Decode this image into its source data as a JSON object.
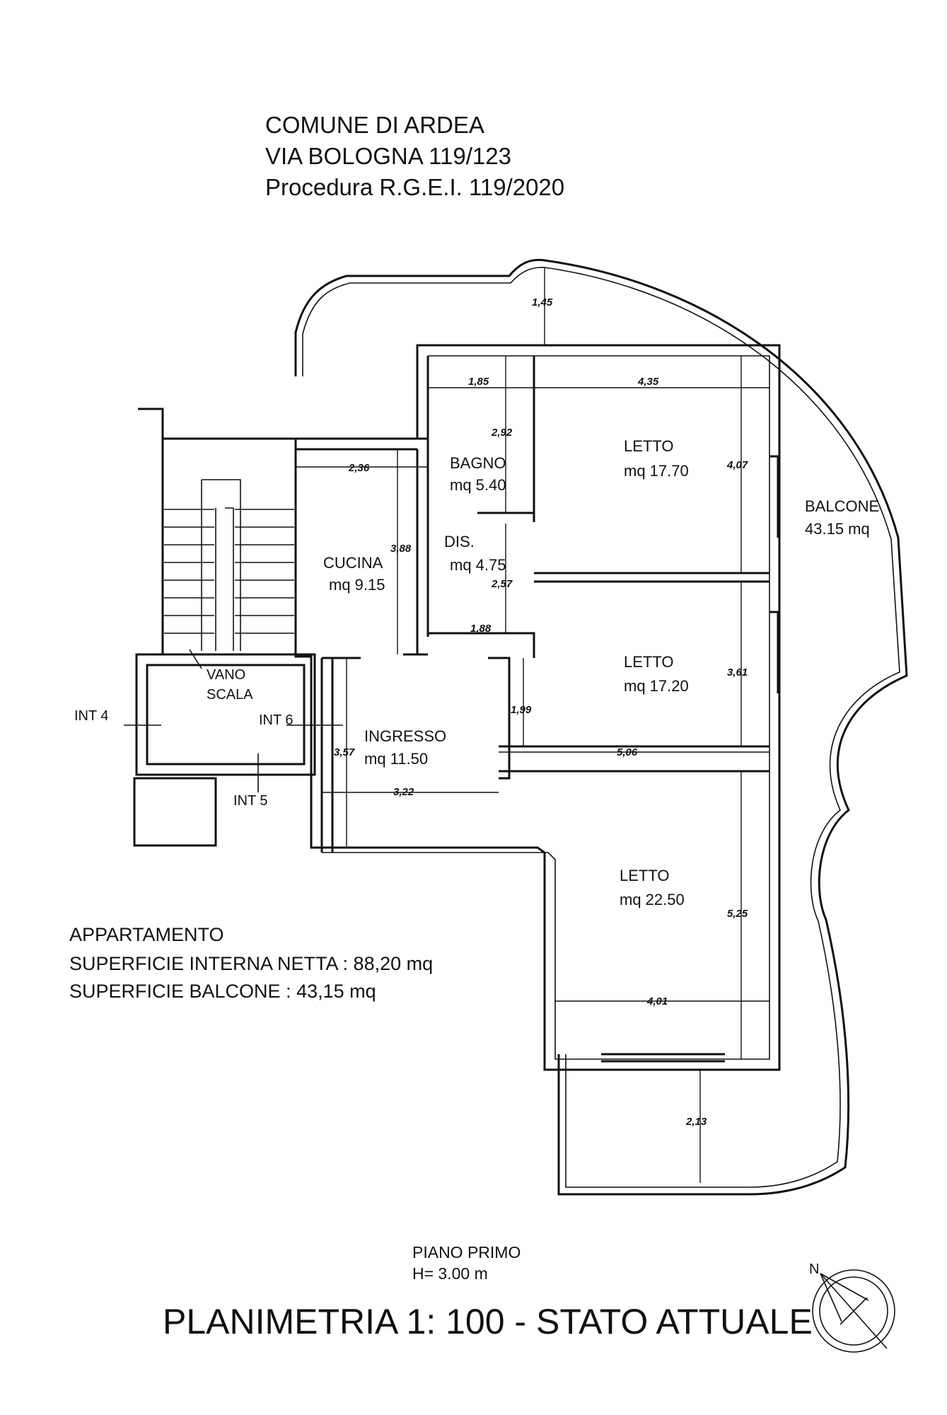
{
  "header": {
    "line1": "COMUNE DI ARDEA",
    "line2": "VIA BOLOGNA 119/123",
    "line3": "Procedura R.G.E.I. 119/2020"
  },
  "rooms": {
    "bagno": {
      "name": "BAGNO",
      "area": "mq 5.40"
    },
    "dis": {
      "name": "DIS.",
      "area": "mq 4.75"
    },
    "cucina": {
      "name": "CUCINA",
      "area": "mq 9.15"
    },
    "letto1": {
      "name": "LETTO",
      "area": "mq 17.70"
    },
    "letto2": {
      "name": "LETTO",
      "area": "mq 17.20"
    },
    "letto3": {
      "name": "LETTO",
      "area": "mq 22.50"
    },
    "ingresso": {
      "name": "INGRESSO",
      "area": "mq 11.50"
    },
    "balcone": {
      "name": "BALCONE",
      "area": "43.15 mq"
    },
    "vano_scala": {
      "line1": "VANO",
      "line2": "SCALA"
    }
  },
  "units": {
    "int4": "INT 4",
    "int5": "INT 5",
    "int6": "INT 6"
  },
  "dimensions": {
    "d145": "1,45",
    "d185": "1,85",
    "d435": "4,35",
    "d292": "2,92",
    "d236": "2,36",
    "d407": "4,07",
    "d388": "3,88",
    "d257": "2,57",
    "d188": "1,88",
    "d361": "3,61",
    "d199": "1,99",
    "d357": "3,57",
    "d506": "5,06",
    "d322": "3,22",
    "d525": "5,25",
    "d401": "4,01",
    "d213": "2,13"
  },
  "summary": {
    "title": "APPARTAMENTO",
    "line1": "SUPERFICIE INTERNA NETTA : 88,20 mq",
    "line2": "SUPERFICIE BALCONE : 43,15 mq"
  },
  "footer": {
    "floor": "PIANO PRIMO",
    "height": "H= 3.00 m",
    "title": "PLANIMETRIA 1: 100 - STATO ATTUALE",
    "north": "N"
  }
}
